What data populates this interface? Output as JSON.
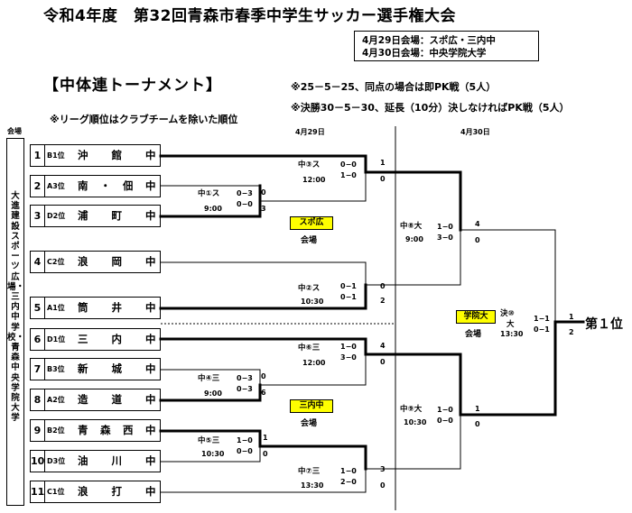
{
  "title": "令和4年度　第32回青森市春季中学生サッカー選手権大会",
  "schedule": [
    "4月29日会場：スポ広・三内中",
    "4月30日会場：中央学院大学"
  ],
  "subtitle": "【中体連トーナメント】",
  "notes": [
    "※25－5－25、同点の場合は即PK戦（5人）",
    "※決勝30－5－30、延長（10分）決しなければPK戦（5人）"
  ],
  "ranking_note": "※リーグ順位はクラブチームを除いた順位",
  "venue_column": {
    "header": "会場",
    "text": "大進建設スポーツ広場・三内中学校・青森中央学院大学"
  },
  "dates": {
    "day1": "4月29日",
    "day2": "4月30日"
  },
  "teams": [
    {
      "seed": "1",
      "rank": "B1位",
      "name": "沖　　館　　中"
    },
    {
      "seed": "2",
      "rank": "A3位",
      "name": "南　・　佃　中"
    },
    {
      "seed": "3",
      "rank": "D2位",
      "name": "浦　　町　　中"
    },
    {
      "seed": "4",
      "rank": "C2位",
      "name": "浪　　岡　　中"
    },
    {
      "seed": "5",
      "rank": "A1位",
      "name": "筒　　井　　中"
    },
    {
      "seed": "6",
      "rank": "D1位",
      "name": "三　　内　　中"
    },
    {
      "seed": "7",
      "rank": "B3位",
      "name": "新　　城　　中"
    },
    {
      "seed": "8",
      "rank": "A2位",
      "name": "造　　道　　中"
    },
    {
      "seed": "9",
      "rank": "B2位",
      "name": "青　森　西　中"
    },
    {
      "seed": "10",
      "rank": "D3位",
      "name": "油　　川　　中"
    },
    {
      "seed": "11",
      "rank": "C1位",
      "name": "浪　　打　　中"
    }
  ],
  "matches": {
    "m1": {
      "label": "中①ス",
      "time": "9:00",
      "half1": "0−3",
      "half2": "0−0",
      "top": "0",
      "bottom": "3"
    },
    "m2": {
      "label": "中②ス",
      "time": "10:30",
      "half1": "0−1",
      "half2": "0−1",
      "top": "0",
      "bottom": "2"
    },
    "m3": {
      "label": "中③ス",
      "time": "12:00",
      "half1": "0−0",
      "half2": "1−0",
      "top": "1",
      "bottom": "0"
    },
    "m4": {
      "label": "中④三",
      "time": "9:00",
      "half1": "0−3",
      "half2": "0−3",
      "top": "0",
      "bottom": "6"
    },
    "m5": {
      "label": "中⑤三",
      "time": "10:30",
      "half1": "1−0",
      "half2": "0−0",
      "top": "1",
      "bottom": "0"
    },
    "m6": {
      "label": "中⑥三",
      "time": "12:00",
      "half1": "1−0",
      "half2": "3−0",
      "top": "4",
      "bottom": "0"
    },
    "m7": {
      "label": "中⑦三",
      "time": "13:30",
      "half1": "1−0",
      "half2": "2−0",
      "top": "3",
      "bottom": "0"
    },
    "m8": {
      "label": "中⑧大",
      "time": "9:00",
      "half1": "1−0",
      "half2": "3−0",
      "top": "4",
      "bottom": "0"
    },
    "m9": {
      "label": "中⑨大",
      "time": "10:30",
      "half1": "1−0",
      "half2": "0−0",
      "top": "1",
      "bottom": "0"
    },
    "final": {
      "label_top": "決⑩",
      "label_bottom": "大",
      "time": "13:30",
      "half1": "1−1",
      "half2": "0−1",
      "top": "1",
      "bottom": "2"
    }
  },
  "venues": [
    {
      "name": "スポ広",
      "word": "会場"
    },
    {
      "name": "三内中",
      "word": "会場"
    },
    {
      "name": "学院大",
      "word": "会場"
    }
  ],
  "winner_label": "第１位",
  "colors": {
    "venue_highlight": "#ffff00",
    "line": "#000000"
  }
}
